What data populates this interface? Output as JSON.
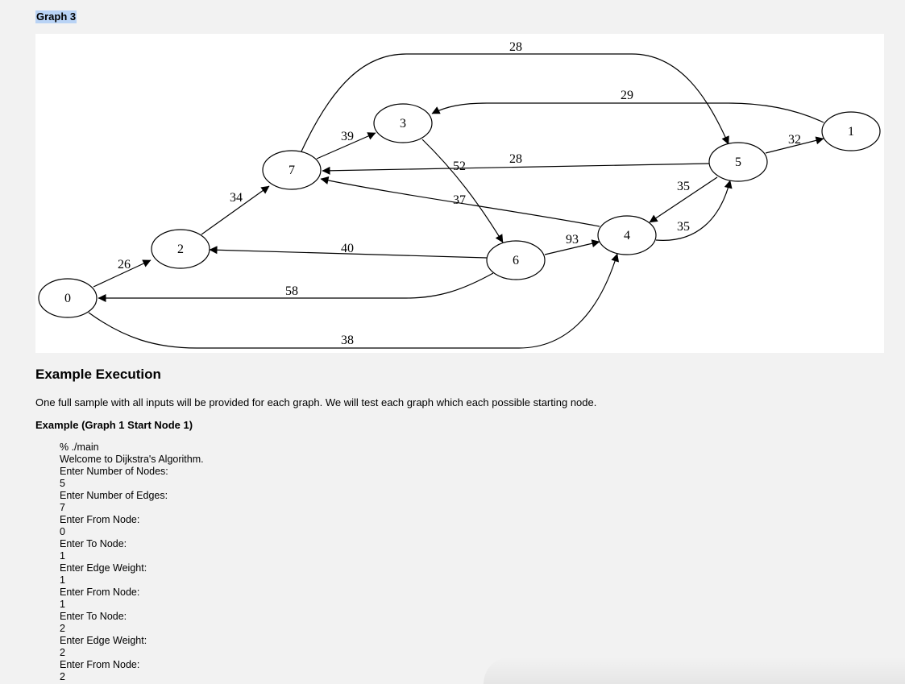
{
  "graph_title": "Graph 3",
  "graph": {
    "nodes": [
      "0",
      "1",
      "2",
      "3",
      "4",
      "5",
      "6",
      "7"
    ],
    "edges": [
      {
        "from": "0",
        "to": "2",
        "weight": "26"
      },
      {
        "from": "0",
        "to": "4",
        "weight": "38"
      },
      {
        "from": "2",
        "to": "7",
        "weight": "34"
      },
      {
        "from": "7",
        "to": "3",
        "weight": "39"
      },
      {
        "from": "7",
        "to": "5",
        "weight": "28"
      },
      {
        "from": "3",
        "to": "6",
        "weight": "52"
      },
      {
        "from": "1",
        "to": "3",
        "weight": "29"
      },
      {
        "from": "5",
        "to": "7",
        "weight": "28"
      },
      {
        "from": "5",
        "to": "1",
        "weight": "32"
      },
      {
        "from": "5",
        "to": "4",
        "weight": "35"
      },
      {
        "from": "4",
        "to": "5",
        "weight": "35"
      },
      {
        "from": "4",
        "to": "7",
        "weight": "37"
      },
      {
        "from": "6",
        "to": "2",
        "weight": "40"
      },
      {
        "from": "6",
        "to": "4",
        "weight": "93"
      },
      {
        "from": "6",
        "to": "0",
        "weight": "58"
      }
    ]
  },
  "section_heading": "Example Execution",
  "description": "One full sample with all inputs will be provided for each graph. We will test each graph which each possible starting node.",
  "example_heading": "Example (Graph 1 Start Node 1)",
  "terminal_lines": [
    "% ./main",
    "Welcome to Dijkstra's Algorithm.",
    "Enter Number of Nodes:",
    "5",
    "Enter Number of Edges:",
    "7",
    "Enter From Node:",
    "0",
    "Enter To Node:",
    "1",
    "Enter Edge Weight:",
    "1",
    "Enter From Node:",
    "1",
    "Enter To Node:",
    "2",
    "Enter Edge Weight:",
    "2",
    "Enter From Node:",
    "2"
  ]
}
